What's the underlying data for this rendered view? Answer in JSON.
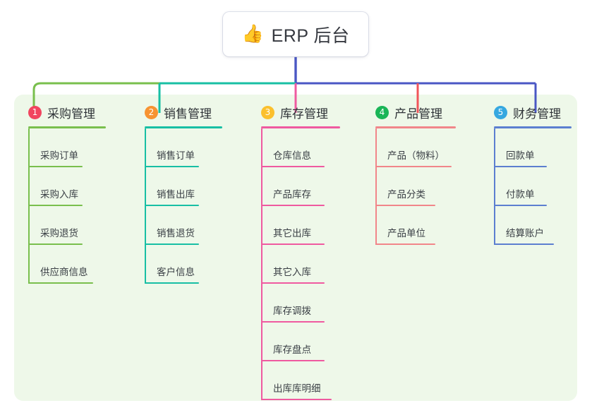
{
  "root": {
    "emoji": "👍",
    "emoji_name": "thumbs-up-icon",
    "title": "ERP 后台"
  },
  "panel": {
    "background": "#eef8e9"
  },
  "wire_colors": {
    "bus_left": "#79bf4d",
    "bus_mid": "#18bfa4",
    "bus_right": "#4a57c4",
    "root_stem": "#4a57c4",
    "drop_1": "#79bf4d",
    "drop_2": "#18bfa4",
    "drop_3": "#ef5aa0",
    "drop_4": "#f1555a",
    "drop_5": "#4a57c4"
  },
  "columns": [
    {
      "number": "1",
      "title": "采购管理",
      "badge_color": "#f1455f",
      "line_color": "#79bf4d",
      "rule_width": 110,
      "items": [
        {
          "label": "采购订单",
          "rule_width": 77
        },
        {
          "label": "采购入库",
          "rule_width": 77
        },
        {
          "label": "采购退货",
          "rule_width": 77
        },
        {
          "label": "供应商信息",
          "rule_width": 92
        }
      ]
    },
    {
      "number": "2",
      "title": "销售管理",
      "badge_color": "#f79331",
      "line_color": "#18bfa4",
      "rule_width": 110,
      "items": [
        {
          "label": "销售订单",
          "rule_width": 77
        },
        {
          "label": "销售出库",
          "rule_width": 77
        },
        {
          "label": "销售退货",
          "rule_width": 77
        },
        {
          "label": "客户信息",
          "rule_width": 77
        }
      ]
    },
    {
      "number": "3",
      "title": "库存管理",
      "badge_color": "#fbc02d",
      "line_color": "#ef5aa0",
      "rule_width": 112,
      "items": [
        {
          "label": "仓库信息",
          "rule_width": 90
        },
        {
          "label": "产品库存",
          "rule_width": 90
        },
        {
          "label": "其它出库",
          "rule_width": 90
        },
        {
          "label": "其它入库",
          "rule_width": 90
        },
        {
          "label": "库存调拨",
          "rule_width": 90
        },
        {
          "label": "库存盘点",
          "rule_width": 90
        },
        {
          "label": "出库库明细",
          "rule_width": 100
        }
      ]
    },
    {
      "number": "4",
      "title": "产品管理",
      "badge_color": "#1ab557",
      "line_color": "#f1868a",
      "rule_width": 114,
      "items": [
        {
          "label": "产品（物料）",
          "rule_width": 108
        },
        {
          "label": "产品分类",
          "rule_width": 85
        },
        {
          "label": "产品单位",
          "rule_width": 85
        }
      ]
    },
    {
      "number": "5",
      "title": "财务管理",
      "badge_color": "#36a8e0",
      "line_color": "#5c7fd0",
      "rule_width": 110,
      "items": [
        {
          "label": "回款单",
          "rule_width": 75
        },
        {
          "label": "付款单",
          "rule_width": 75
        },
        {
          "label": "结算账户",
          "rule_width": 85
        }
      ]
    }
  ]
}
